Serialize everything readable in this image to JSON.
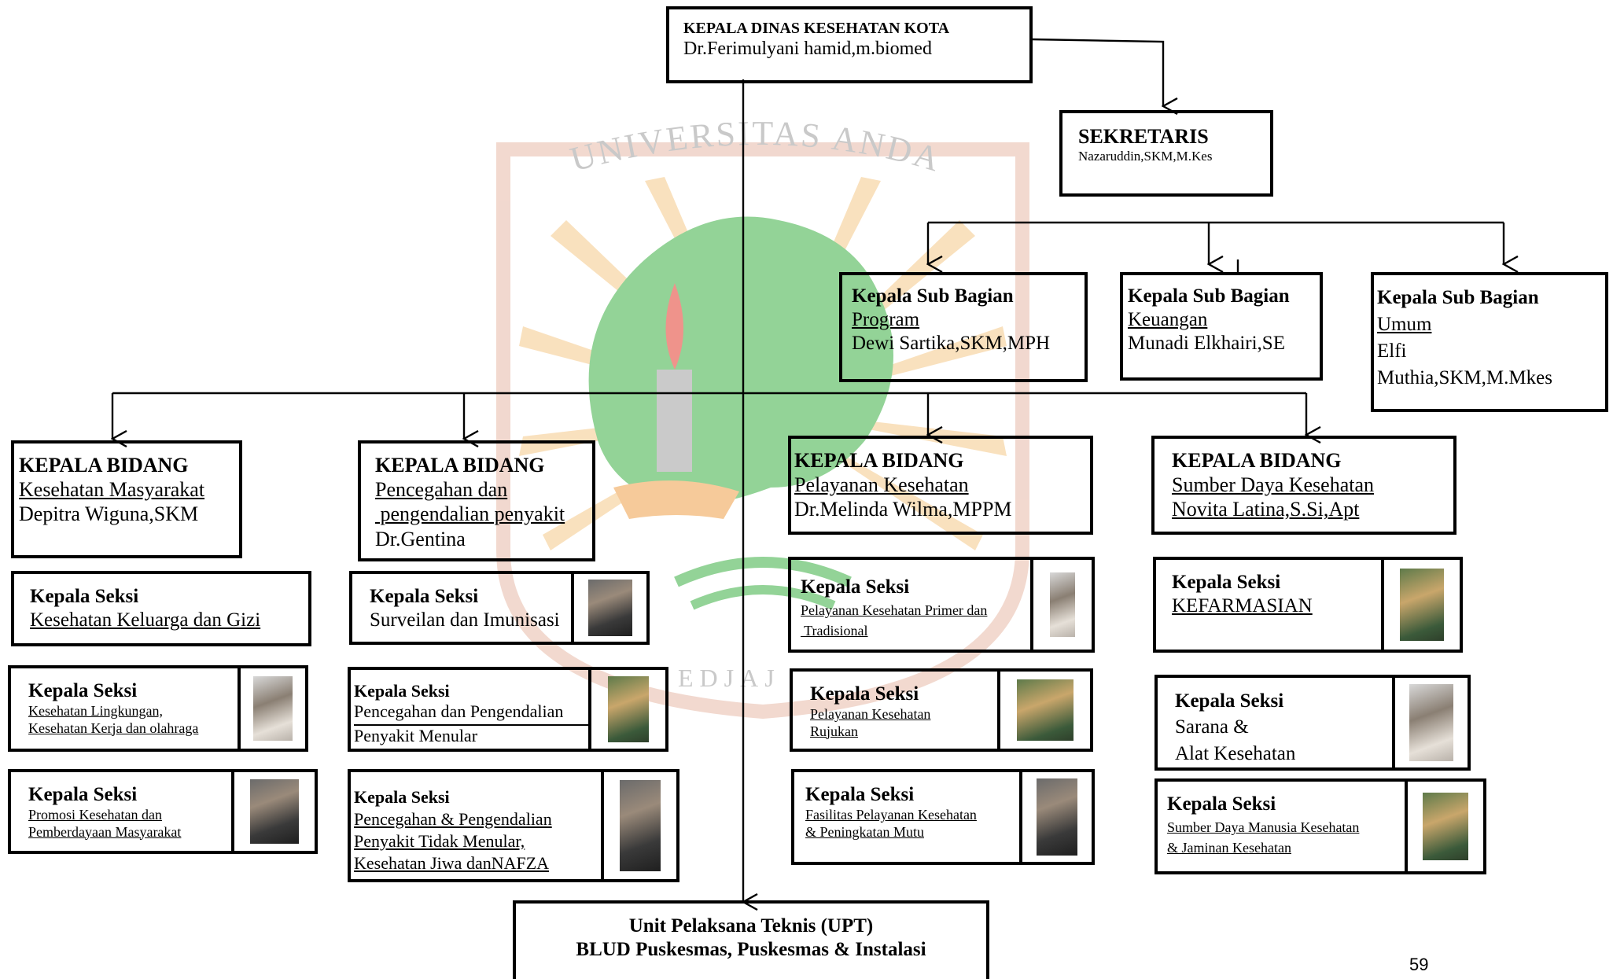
{
  "watermark": {
    "arc_text": "UNIVERSITAS ANDALAS",
    "bottom_text": "EDJAJ"
  },
  "kepala_dinas": {
    "title": "KEPALA DINAS KESEHATAN KOTA",
    "name": "Dr.Ferimulyani hamid,m.biomed"
  },
  "sekretaris": {
    "title": "SEKRETARIS",
    "name": "Nazaruddin,SKM,M.Kes"
  },
  "subbag": [
    {
      "title": "Kepala Sub Bagian",
      "unit": "Program",
      "name": "Dewi Sartika,SKM,MPH"
    },
    {
      "title": "Kepala Sub Bagian",
      "unit": "Keuangan",
      "name": "Munadi Elkhairi,SE"
    },
    {
      "title": "Kepala Sub Bagian",
      "unit": "Umum",
      "name1": "Elfi",
      "name2": "Muthia,SKM,M.Mkes"
    }
  ],
  "bidang": [
    {
      "title": "KEPALA BIDANG",
      "unit": "Kesehatan Masyarakat",
      "name": "Depitra Wiguna,SKM"
    },
    {
      "title": "KEPALA BIDANG",
      "unit1": "Pencegahan dan",
      "unit2": " pengendalian penyakit",
      "name": "Dr.Gentina"
    },
    {
      "title": "KEPALA BIDANG",
      "unit": "Pelayanan Kesehatan",
      "name": "Dr.Melinda Wilma,MPPM"
    },
    {
      "title": "KEPALA BIDANG",
      "unit": "Sumber Daya Kesehatan",
      "name": "Novita Latina,S.Si,Apt"
    }
  ],
  "seksi": {
    "label": "Kepala Seksi",
    "kesmas": [
      {
        "line1": "Kesehatan Keluarga dan Gizi"
      },
      {
        "line1": "Kesehatan Lingkungan,",
        "line2": "Kesehatan Kerja dan  olahraga"
      },
      {
        "line1": "Promosi Kesehatan dan",
        "line2": "Pemberdayaan Masyarakat"
      }
    ],
    "p2p": [
      {
        "line1": "Surveilan dan Imunisasi"
      },
      {
        "line1": "Pencegahan dan Pengendalian",
        "line2": "Penyakit Menular"
      },
      {
        "line1": "Pencegahan & Pengendalian",
        "line2": "Penyakit Tidak Menular,",
        "line3": "Kesehatan Jiwa danNAFZA"
      }
    ],
    "yankes": [
      {
        "line1": "Pelayanan Kesehatan Primer dan",
        "line2": " Tradisional"
      },
      {
        "line1": "Pelayanan Kesehatan",
        "line2": "Rujukan"
      },
      {
        "line1": "Fasilitas Pelayanan Kesehatan",
        "line2": "& Peningkatan Mutu"
      }
    ],
    "sdk": [
      {
        "line1": "KEFARMASIAN"
      },
      {
        "line1": "Sarana &",
        "line2": "Alat Kesehatan"
      },
      {
        "line1": "Sumber Daya Manusia Kesehatan",
        "line2": "& Jaminan Kesehatan"
      }
    ]
  },
  "upt": {
    "line1": "Unit Pelaksana Teknis (UPT)",
    "line2": "BLUD Puskesmas, Puskesmas & Instalasi"
  },
  "page_number": "59"
}
